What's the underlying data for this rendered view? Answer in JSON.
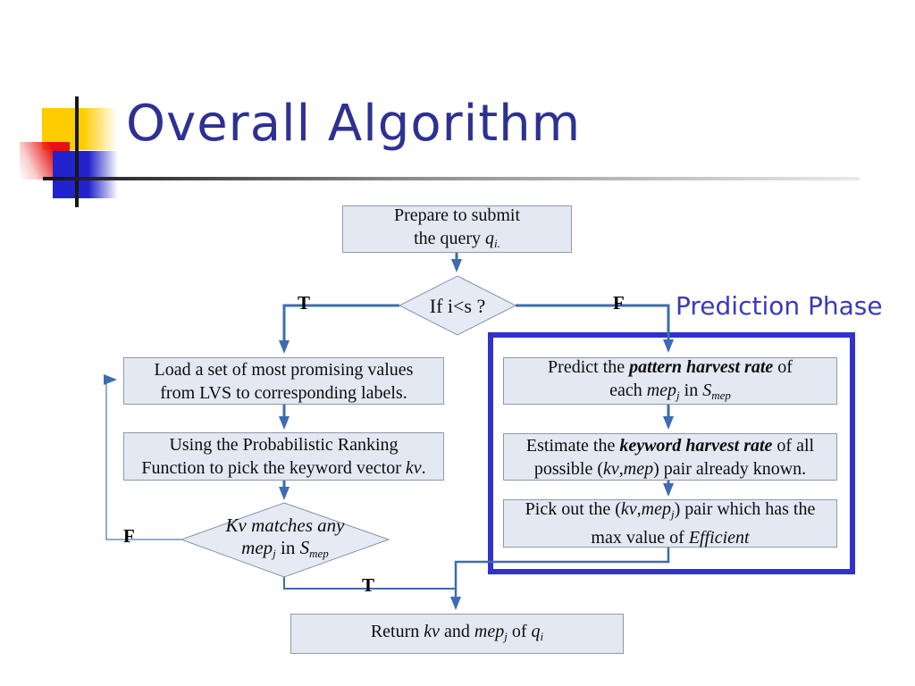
{
  "slide": {
    "title": "Overall Algorithm"
  },
  "prediction_phase": {
    "label": "Prediction Phase"
  },
  "branch_labels": {
    "if_true": "T",
    "if_false": "F",
    "match_false": "F",
    "match_true": "T"
  },
  "flow": {
    "prepare": {
      "l1": [
        {
          "t": "Prepare to submit"
        }
      ],
      "l2": [
        {
          "t": "the query "
        },
        {
          "t": "q",
          "c": "i"
        },
        {
          "t": "i.",
          "c": "i sub"
        }
      ]
    },
    "if_decision": {
      "l1": [
        {
          "t": "If i<s ?"
        }
      ]
    },
    "load": {
      "l1": [
        {
          "t": "Load a set of most promising values"
        }
      ],
      "l2": [
        {
          "t": "from LVS to corresponding labels."
        }
      ]
    },
    "using": {
      "l1": [
        {
          "t": "Using the Probabilistic Ranking"
        }
      ],
      "l2": [
        {
          "t": "Function to pick the keyword vector "
        },
        {
          "t": "kv",
          "c": "i"
        },
        {
          "t": "."
        }
      ]
    },
    "match": {
      "l1": [
        {
          "t": "Kv matches any",
          "c": "i"
        }
      ],
      "l2": [
        {
          "t": "mep",
          "c": "i"
        },
        {
          "t": "j",
          "c": "i sub"
        },
        {
          "t": " in "
        },
        {
          "t": "S",
          "c": "i"
        },
        {
          "t": "mep",
          "c": "i sub"
        }
      ]
    },
    "predict": {
      "l1": [
        {
          "t": "Predict the "
        },
        {
          "t": "pattern harvest rate",
          "c": "bi"
        },
        {
          "t": " of"
        }
      ],
      "l2": [
        {
          "t": "each "
        },
        {
          "t": "mep",
          "c": "i"
        },
        {
          "t": "j",
          "c": "i sub"
        },
        {
          "t": " in "
        },
        {
          "t": "S",
          "c": "i"
        },
        {
          "t": "mep",
          "c": "i sub"
        }
      ]
    },
    "estimate": {
      "l1": [
        {
          "t": "Estimate the "
        },
        {
          "t": "keyword harvest rate",
          "c": "bi"
        },
        {
          "t": " of all"
        }
      ],
      "l2": [
        {
          "t": "possible ("
        },
        {
          "t": "kv",
          "c": "i"
        },
        {
          "t": ","
        },
        {
          "t": "mep",
          "c": "i"
        },
        {
          "t": ") pair already known."
        }
      ]
    },
    "pick": {
      "l1": [
        {
          "t": "Pick out the ("
        },
        {
          "t": "kv",
          "c": "i"
        },
        {
          "t": ","
        },
        {
          "t": "mep",
          "c": "i"
        },
        {
          "t": "j",
          "c": "i sub"
        },
        {
          "t": ") pair which has the"
        }
      ],
      "l2": [
        {
          "t": "max value of "
        },
        {
          "t": "Efficient",
          "c": "i"
        }
      ]
    },
    "return": {
      "l1": [
        {
          "t": "Return "
        },
        {
          "t": "kv",
          "c": "i"
        },
        {
          "t": " and "
        },
        {
          "t": "mep",
          "c": "i"
        },
        {
          "t": "j",
          "c": "i sub"
        },
        {
          "t": " of "
        },
        {
          "t": "q",
          "c": "i"
        },
        {
          "t": "i",
          "c": "i sub"
        }
      ]
    }
  },
  "colors": {
    "title_text": "#2e3192",
    "prediction_frame": "#3132c8",
    "prediction_label": "#3a3abd",
    "connector": "#3d6cb1",
    "loop_connector": "#6e8fc0",
    "box_fill": "#e3e8f3",
    "box_border": "#8f99a8",
    "diamond_border": "#8494b0",
    "decor_yellow": "#ffcc00",
    "decor_red": "#e81010",
    "decor_blue": "#2323cd"
  }
}
